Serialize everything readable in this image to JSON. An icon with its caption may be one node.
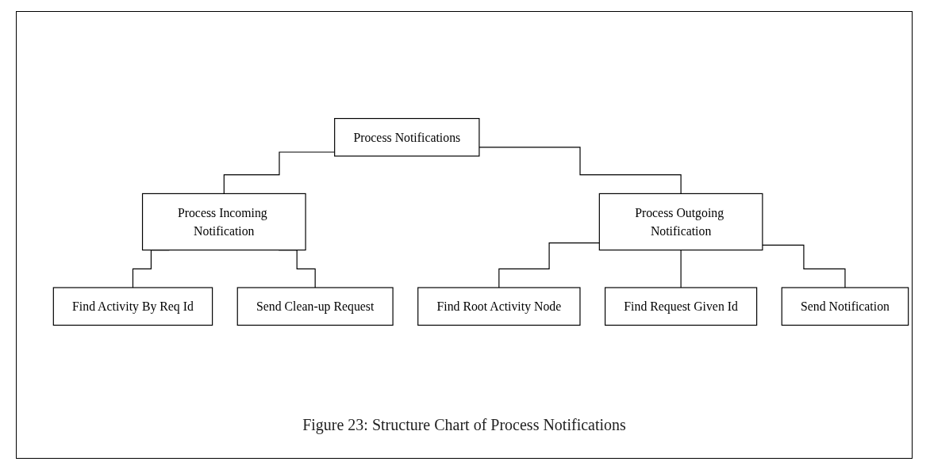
{
  "diagram": {
    "caption": "Figure 23: Structure Chart of Process Notifications",
    "nodes": [
      {
        "text": [
          "Process Notifications"
        ]
      },
      {
        "text": [
          "Process Incoming Notification"
        ]
      },
      {
        "text": [
          "Process Outgoing Notification"
        ]
      },
      {
        "text": [
          "Find Activity By Req Id"
        ]
      },
      {
        "text": [
          "Send Clean-up Request"
        ]
      },
      {
        "text": [
          "Find Root Activity Node"
        ]
      },
      {
        "text": [
          "Find Request Given Id"
        ]
      },
      {
        "text": [
          "Send Notification"
        ]
      }
    ],
    "edges": [
      {
        "from": 0,
        "to": 1,
        "arrow": "none"
      },
      {
        "from": 0,
        "to": 2,
        "arrow": "none"
      },
      {
        "from": 1,
        "to": 3,
        "arrow": "none"
      },
      {
        "from": 1,
        "to": 4,
        "arrow": "none"
      },
      {
        "from": 2,
        "to": 5,
        "arrow": "none"
      },
      {
        "from": 2,
        "to": 6,
        "arrow": "none"
      },
      {
        "from": 2,
        "to": 7,
        "arrow": "none"
      }
    ]
  }
}
